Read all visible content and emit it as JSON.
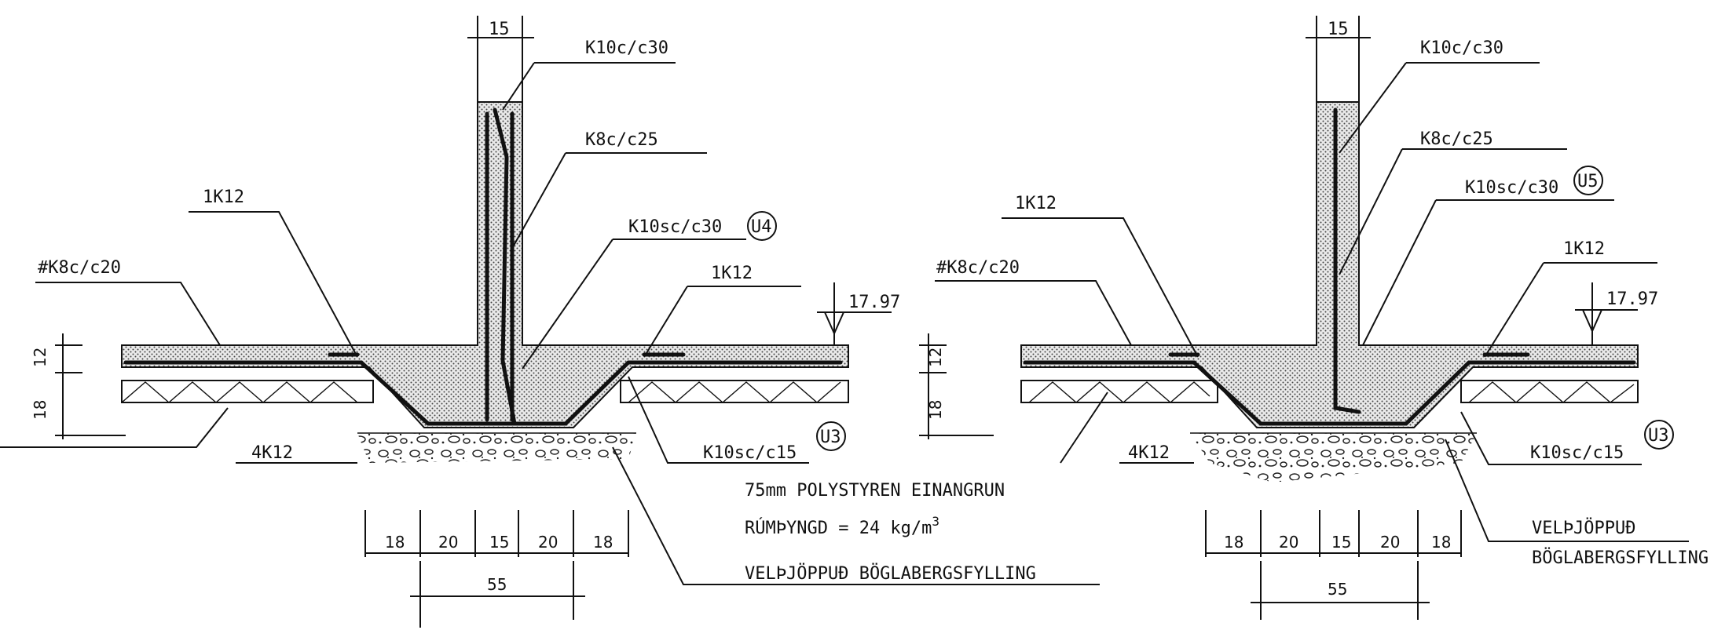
{
  "details": [
    {
      "id": "left",
      "labels": {
        "wall_top_bar": "K10c/c30",
        "wall_stirrup": "K8c/c25",
        "corner_bar_left": "1K12",
        "mesh": "#K8c/c20",
        "diag_bar": "K10sc/c30",
        "diag_tag": "U4",
        "corner_bar_right": "1K12",
        "bottom_bar": "4K12",
        "lower_diag_bar": "K10sc/c15",
        "lower_tag": "U3",
        "level": "17.97",
        "dim_wall": "15",
        "dim_slab": "12",
        "dim_ins": "18"
      },
      "dims": [
        "18",
        "20",
        "15",
        "20",
        "18"
      ],
      "dim_total": "55"
    },
    {
      "id": "right",
      "labels": {
        "wall_top_bar": "K10c/c30",
        "wall_stirrup": "K8c/c25",
        "corner_bar_left": "1K12",
        "mesh": "#K8c/c20",
        "diag_bar": "K10sc/c30",
        "diag_tag": "U5",
        "corner_bar_right": "1K12",
        "bottom_bar": "4K12",
        "lower_diag_bar": "K10sc/c15",
        "lower_tag": "U3",
        "level": "17.97",
        "dim_wall": "15",
        "dim_slab": "12",
        "dim_ins": "18",
        "fill_line1": "VELÞJÖPPUÐ",
        "fill_line2": "BÖGLABERGSFYLLING"
      },
      "dims": [
        "18",
        "20",
        "15",
        "20",
        "18"
      ],
      "dim_total": "55"
    }
  ],
  "notes": {
    "insulation": "75mm POLYSTYREN EINANGRUN",
    "density_prefix": "RÚMÞYNGD = 24 kg/m",
    "density_sup": "3",
    "fill_left": "VELÞJÖPPUÐ BÖGLABERGSFYLLING"
  }
}
